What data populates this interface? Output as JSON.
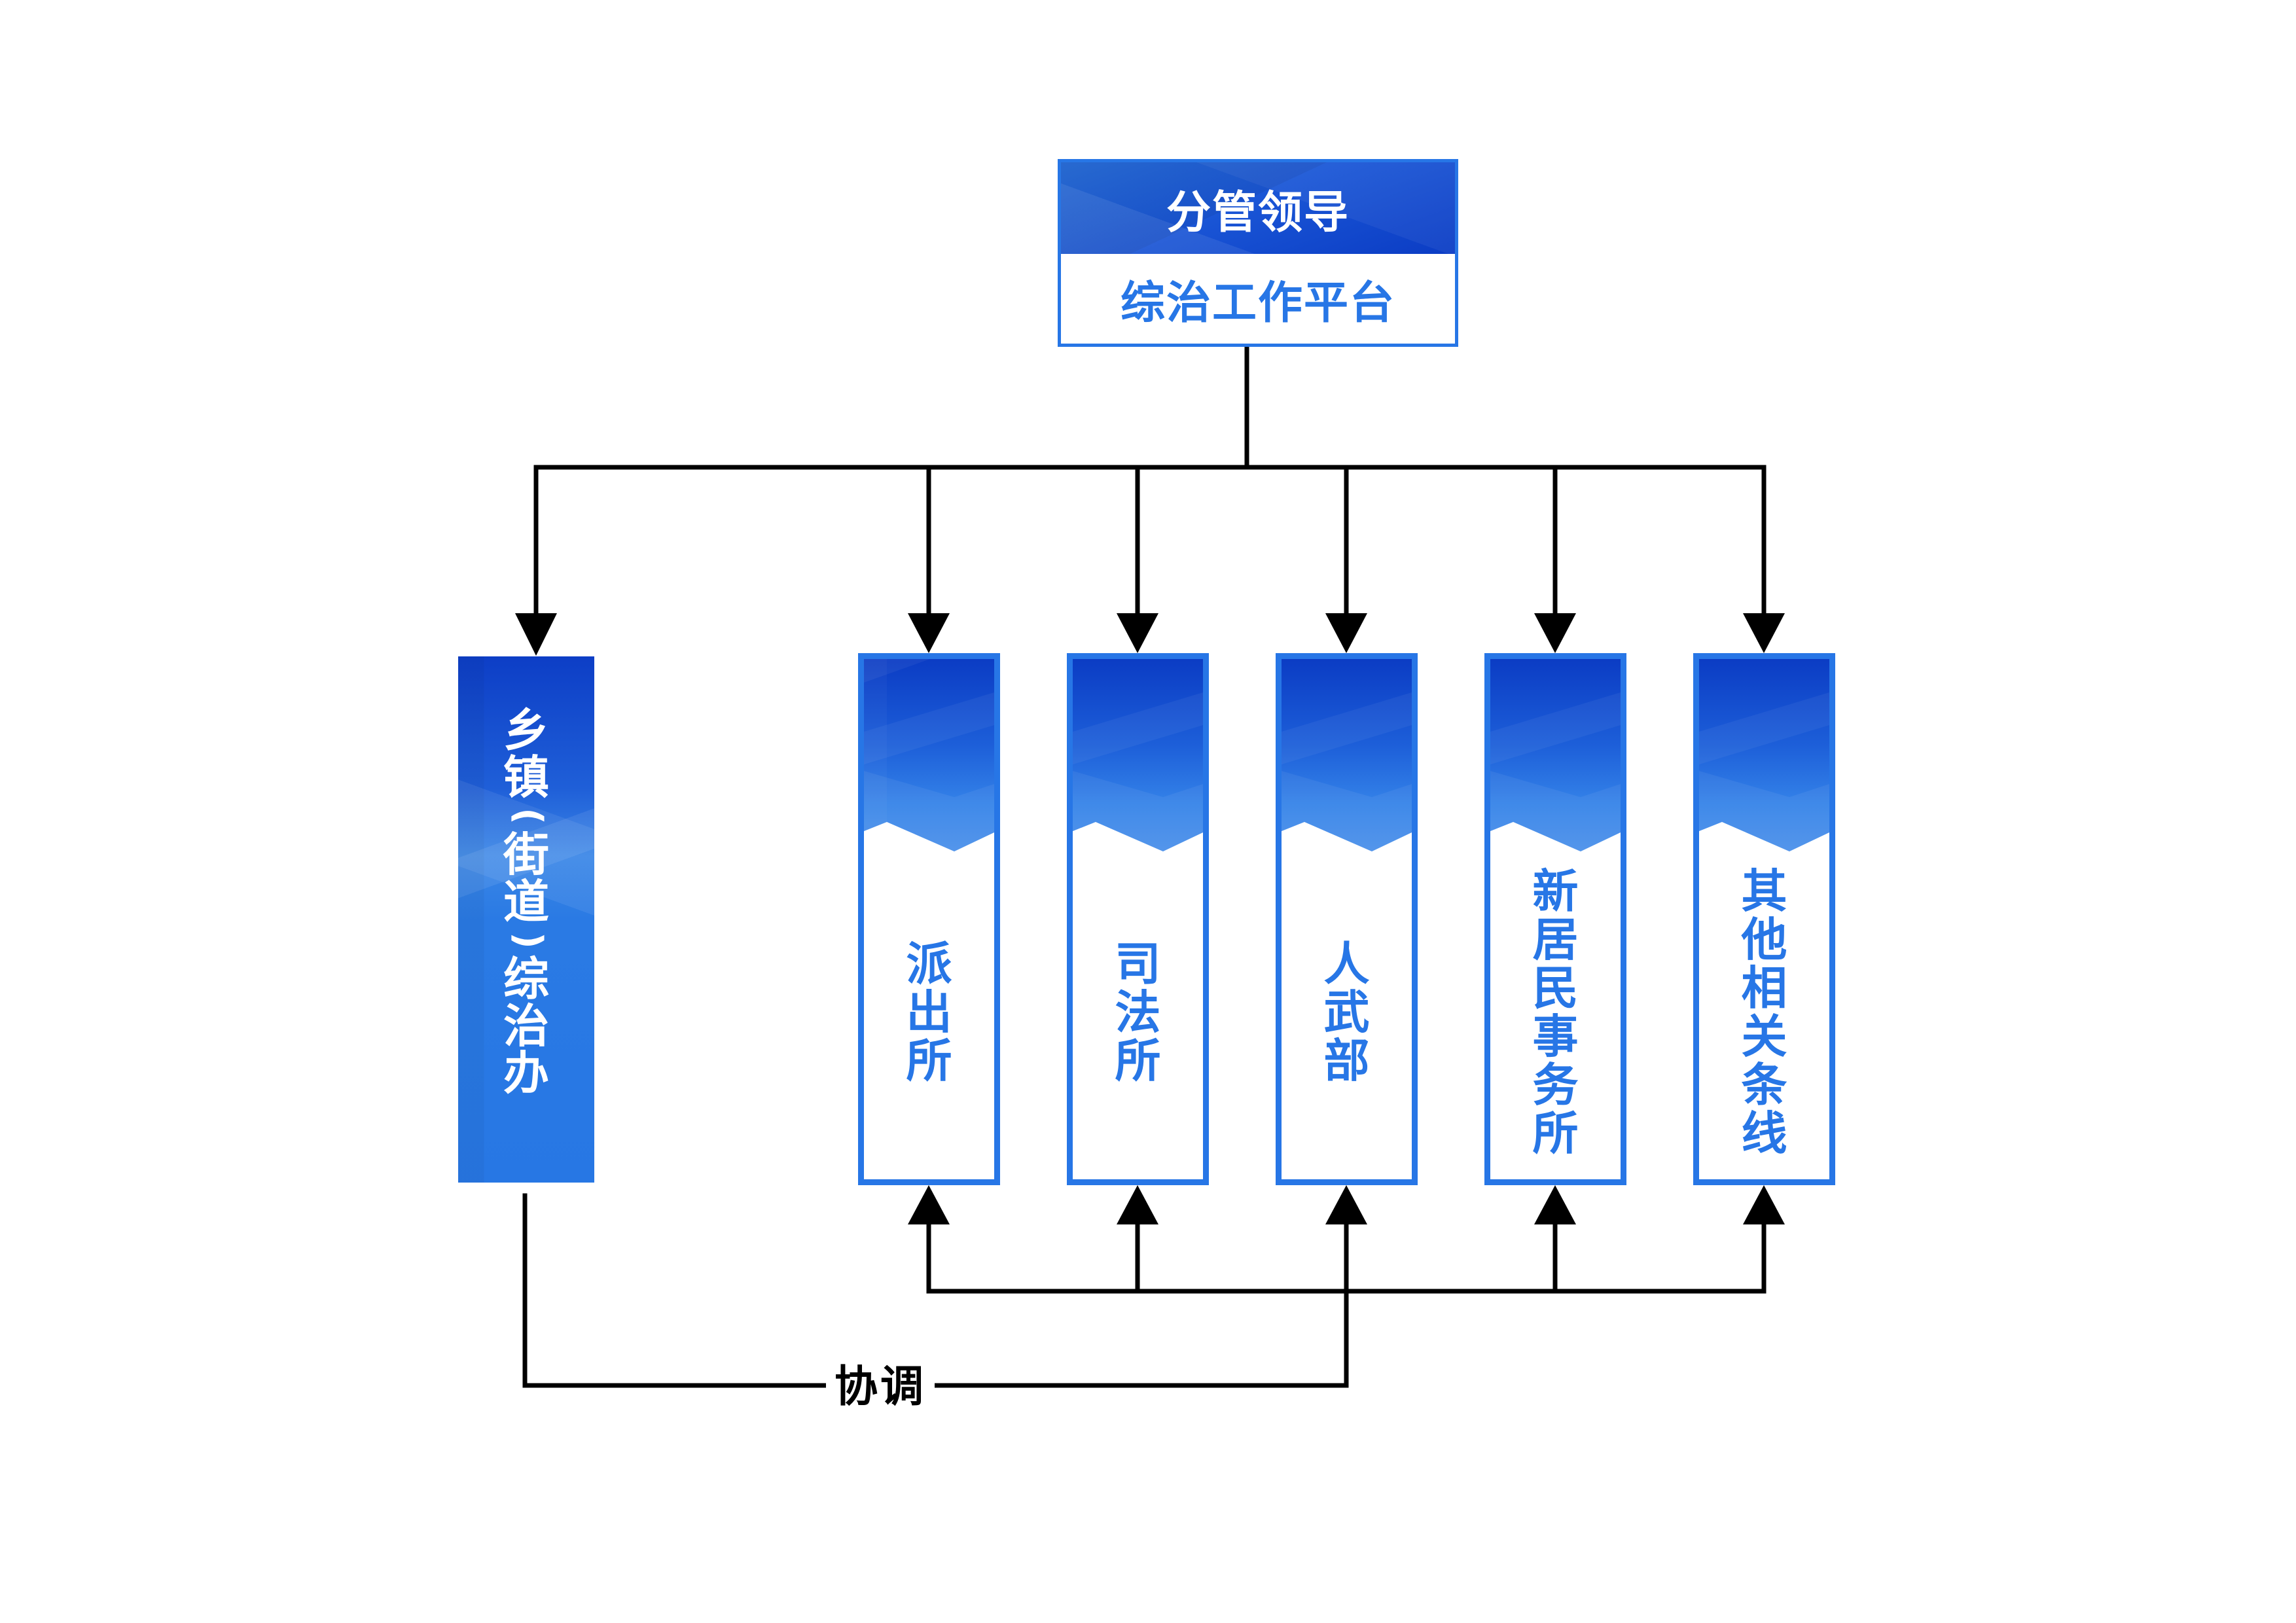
{
  "colors": {
    "primary_blue": "#2776e6",
    "band_dark": "#0b3cc4",
    "band_light": "#4a90ea",
    "connector": "#000000",
    "background": "#ffffff"
  },
  "top_node": {
    "title": "分管领导",
    "subtitle": "综治工作平台"
  },
  "left_node": {
    "chars": [
      "乡",
      "镇",
      "(",
      "街",
      "道",
      ")",
      "综",
      "治",
      "办"
    ],
    "label": "乡镇(街道)综治办"
  },
  "departments": [
    {
      "label": "派出所",
      "chars": [
        "派",
        "出",
        "所"
      ]
    },
    {
      "label": "司法所",
      "chars": [
        "司",
        "法",
        "所"
      ]
    },
    {
      "label": "人武部",
      "chars": [
        "人",
        "武",
        "部"
      ]
    },
    {
      "label": "新居民事务所",
      "chars": [
        "新",
        "居",
        "民",
        "事",
        "务",
        "所"
      ]
    },
    {
      "label": "其他相关条线",
      "chars": [
        "其",
        "他",
        "相",
        "关",
        "条",
        "线"
      ]
    }
  ],
  "connectors": {
    "coordination_label": "协调"
  }
}
